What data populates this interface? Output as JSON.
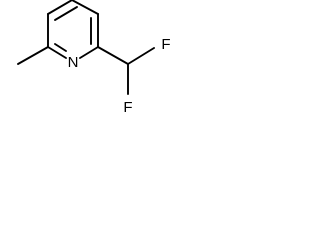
{
  "molecule": {
    "atoms": {
      "nitrogen": "N",
      "fluorine_top": "F",
      "fluorine_bottom": "F"
    }
  }
}
